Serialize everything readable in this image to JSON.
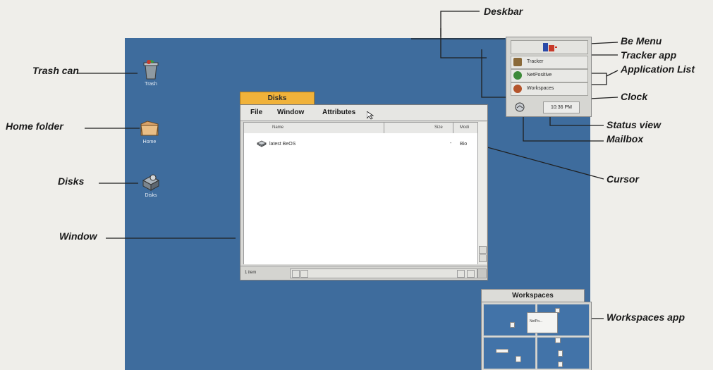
{
  "callouts": {
    "deskbar": "Deskbar",
    "be_menu": "Be Menu",
    "tracker_app": "Tracker app",
    "application_list": "Application List",
    "clock": "Clock",
    "status_view": "Status view",
    "mailbox": "Mailbox",
    "trash_can": "Trash can",
    "home_folder": "Home folder",
    "disks": "Disks",
    "cursor": "Cursor",
    "window": "Window",
    "workspaces_app": "Workspaces app"
  },
  "desktop_icons": {
    "trash": "Trash",
    "home": "Home",
    "disks": "Disks"
  },
  "disks_window": {
    "title": "Disks",
    "menu": [
      "File",
      "Window",
      "Attributes"
    ],
    "columns": [
      "Name",
      "Size",
      "Modi"
    ],
    "rows": [
      {
        "name": "latest BeOS",
        "size": "-",
        "modified": "Bio"
      }
    ],
    "status": "1 item"
  },
  "deskbar": {
    "apps": [
      "Tracker",
      "NetPositive",
      "Workspaces"
    ],
    "clock": "10:36 PM"
  },
  "workspaces_window": {
    "title": "Workspaces",
    "mini_label": "NetPo..."
  },
  "colors": {
    "desktop": "#3e6c9d",
    "window_tab": "#f0b23a",
    "page": "#efeeea"
  }
}
